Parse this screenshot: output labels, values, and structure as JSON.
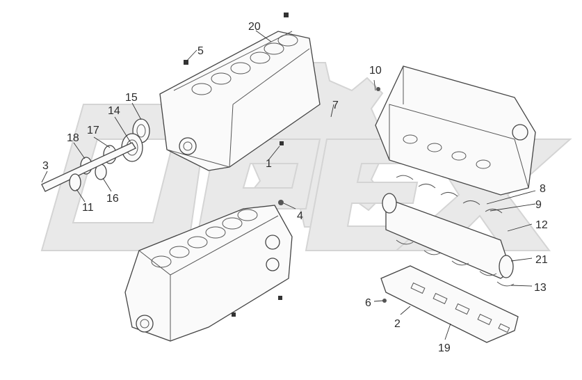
{
  "watermark": {
    "text": "OPEX",
    "color": "#e6e6e6"
  },
  "callouts": [
    "1",
    "2",
    "3",
    "4",
    "5",
    "6",
    "7",
    "8",
    "9",
    "10",
    "11",
    "12",
    "13",
    "14",
    "15",
    "16",
    "17",
    "18",
    "19",
    "20",
    "21"
  ],
  "colors": {
    "line": "#444444",
    "label": "#2b2b2b",
    "background": "#ffffff"
  }
}
